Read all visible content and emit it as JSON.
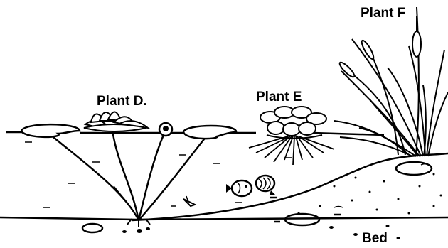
{
  "labels": {
    "plant_d": "Plant D.",
    "plant_e": "Plant E",
    "plant_f": "Plant F",
    "bed": "Bed"
  }
}
